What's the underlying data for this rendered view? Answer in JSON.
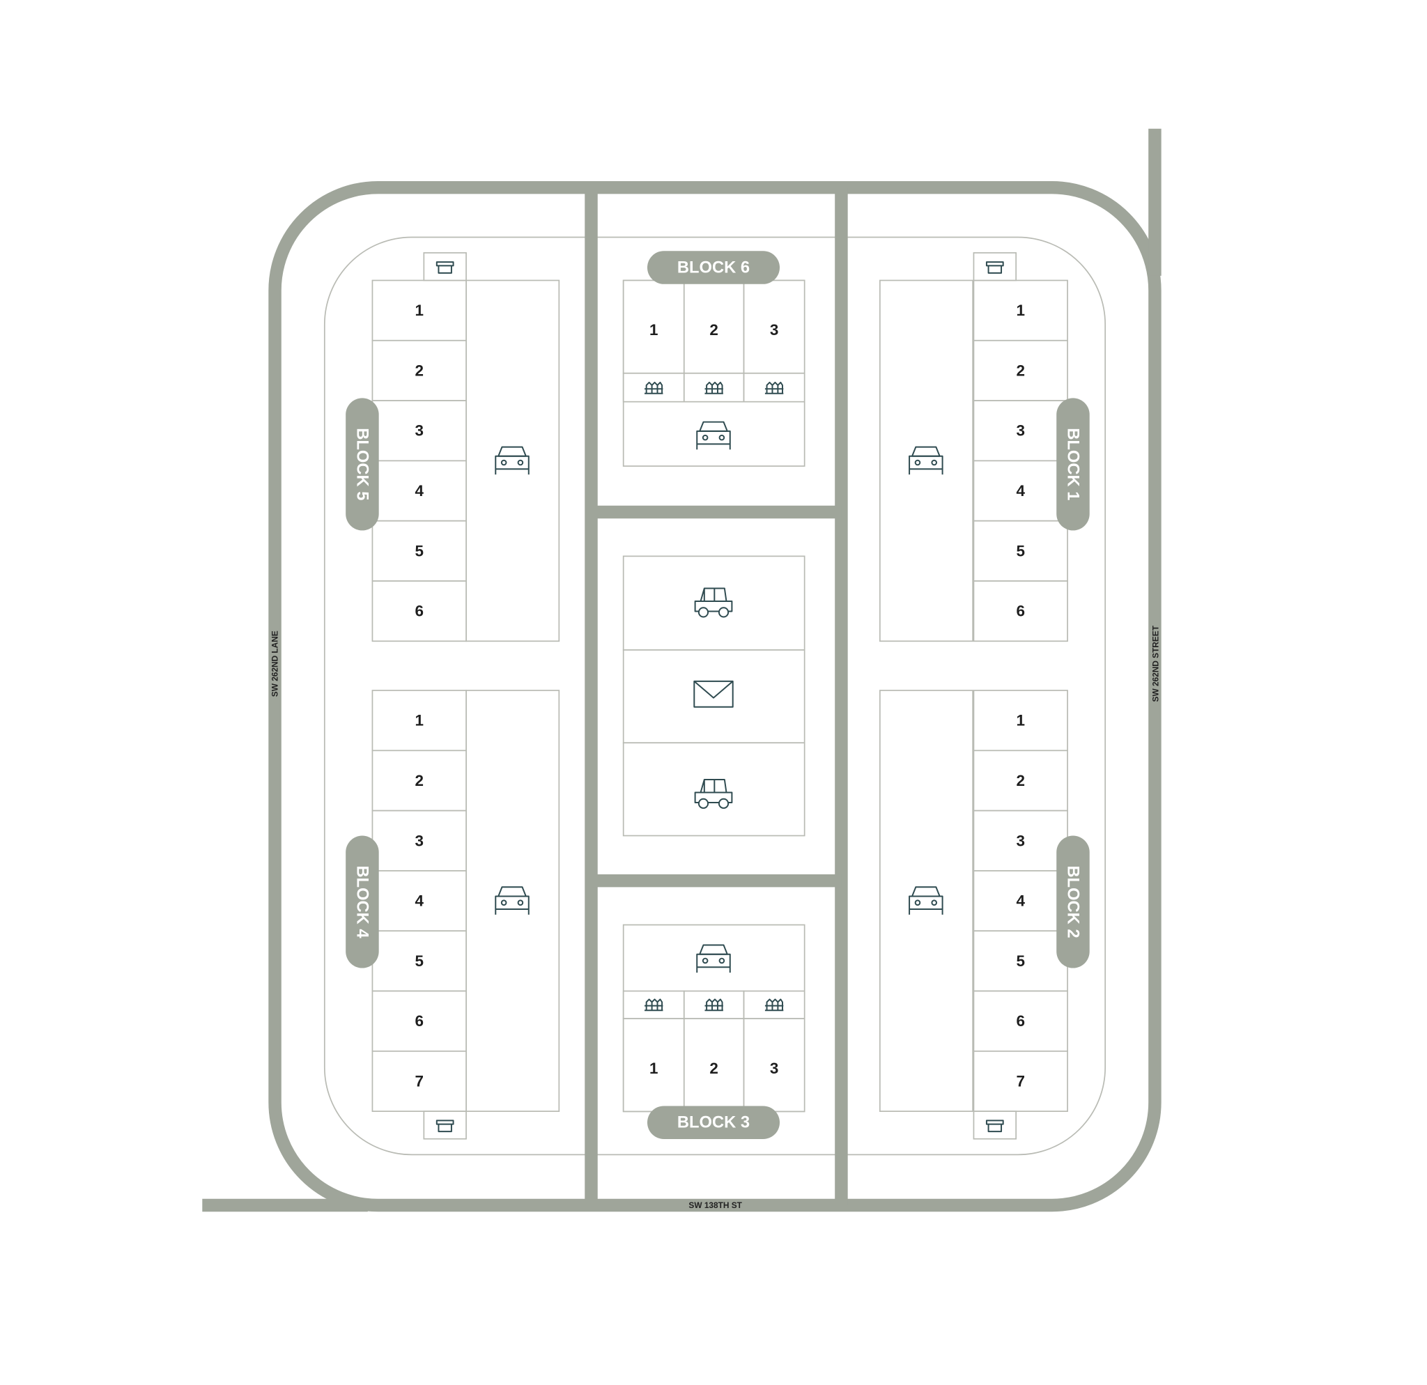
{
  "roads": {
    "west": "SW 262ND LANE",
    "east": "SW 262ND STREET",
    "south": "SW 138TH ST"
  },
  "blocks": {
    "block1": {
      "label": "BLOCK 1",
      "units": [
        "1",
        "2",
        "3",
        "4",
        "5",
        "6"
      ]
    },
    "block2": {
      "label": "BLOCK 2",
      "units": [
        "1",
        "2",
        "3",
        "4",
        "5",
        "6",
        "7"
      ]
    },
    "block3": {
      "label": "BLOCK 3",
      "units": [
        "1",
        "2",
        "3"
      ]
    },
    "block4": {
      "label": "BLOCK 4",
      "units": [
        "1",
        "2",
        "3",
        "4",
        "5",
        "6",
        "7"
      ]
    },
    "block5": {
      "label": "BLOCK 5",
      "units": [
        "1",
        "2",
        "3",
        "4",
        "5",
        "6"
      ]
    },
    "block6": {
      "label": "BLOCK 6",
      "units": [
        "1",
        "2",
        "3"
      ]
    }
  },
  "colors": {
    "road": "#9fa59a",
    "line": "#b9bbb4",
    "icon": "#2f4b50"
  },
  "icons": [
    "car-front-icon",
    "car-side-icon",
    "mail-envelope-icon",
    "trash-bin-icon",
    "fence-icon"
  ]
}
